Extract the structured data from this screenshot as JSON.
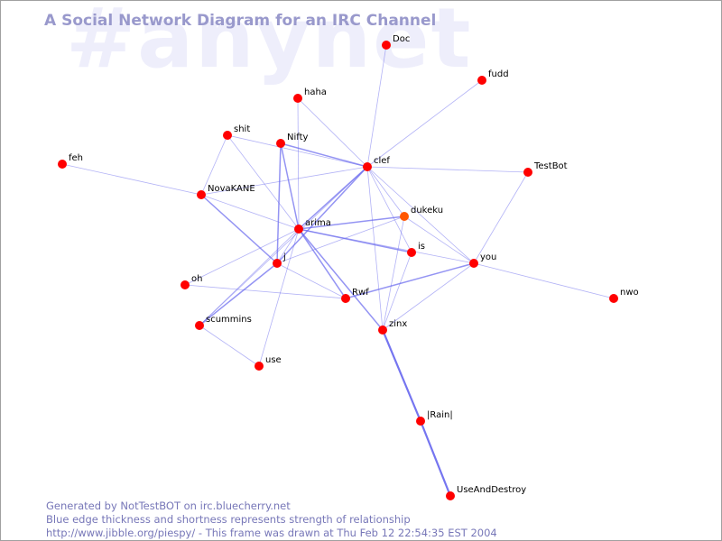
{
  "watermark": "#anynet",
  "title": "A Social Network Diagram for an IRC Channel",
  "footer": {
    "line1": "Generated by NotTestBOT on irc.bluecherry.net",
    "line2": "Blue edge thickness and shortness represents strength of relationship",
    "line3": "http://www.jibble.org/piespy/ - This frame was drawn at Thu Feb 12 22:54:35 EST 2004"
  },
  "colors": {
    "node": "#ff0000",
    "node_active": "#ff5500",
    "edge": "#6666ee",
    "title": "#9999cc",
    "watermark": "#eeeefb",
    "footer": "#7777b8"
  },
  "nodes": [
    {
      "id": "Doc",
      "label": "Doc"
    },
    {
      "id": "fudd",
      "label": "fudd"
    },
    {
      "id": "haha",
      "label": "haha"
    },
    {
      "id": "shit",
      "label": "shit"
    },
    {
      "id": "Nifty",
      "label": "Nifty"
    },
    {
      "id": "clef",
      "label": "clef"
    },
    {
      "id": "TestBot",
      "label": "TestBot"
    },
    {
      "id": "feh",
      "label": "feh"
    },
    {
      "id": "NovaKANE",
      "label": "NovaKANE"
    },
    {
      "id": "dukeku",
      "label": "dukeku"
    },
    {
      "id": "arima",
      "label": "arima"
    },
    {
      "id": "is",
      "label": "is"
    },
    {
      "id": "you",
      "label": "you"
    },
    {
      "id": "j",
      "label": "j"
    },
    {
      "id": "oh",
      "label": "oh"
    },
    {
      "id": "nwo",
      "label": "nwo"
    },
    {
      "id": "Rwf",
      "label": "Rwf"
    },
    {
      "id": "scummins",
      "label": "scummins"
    },
    {
      "id": "zinx",
      "label": "zinx"
    },
    {
      "id": "use",
      "label": "use"
    },
    {
      "id": "Rain",
      "label": "|Rain|"
    },
    {
      "id": "UseAndDestroy",
      "label": "UseAndDestroy"
    }
  ],
  "edges": [
    {
      "source": "clef",
      "target": "Doc",
      "weight": 1
    },
    {
      "source": "clef",
      "target": "fudd",
      "weight": 1
    },
    {
      "source": "clef",
      "target": "haha",
      "weight": 1
    },
    {
      "source": "clef",
      "target": "shit",
      "weight": 1
    },
    {
      "source": "clef",
      "target": "Nifty",
      "weight": 2
    },
    {
      "source": "clef",
      "target": "TestBot",
      "weight": 1
    },
    {
      "source": "clef",
      "target": "NovaKANE",
      "weight": 1
    },
    {
      "source": "clef",
      "target": "arima",
      "weight": 2
    },
    {
      "source": "clef",
      "target": "dukeku",
      "weight": 1
    },
    {
      "source": "clef",
      "target": "is",
      "weight": 1
    },
    {
      "source": "clef",
      "target": "you",
      "weight": 1
    },
    {
      "source": "clef",
      "target": "j",
      "weight": 2
    },
    {
      "source": "clef",
      "target": "scummins",
      "weight": 1
    },
    {
      "source": "clef",
      "target": "zinx",
      "weight": 1
    },
    {
      "source": "feh",
      "target": "NovaKANE",
      "weight": 1
    },
    {
      "source": "shit",
      "target": "NovaKANE",
      "weight": 1
    },
    {
      "source": "shit",
      "target": "arima",
      "weight": 1
    },
    {
      "source": "haha",
      "target": "arima",
      "weight": 1
    },
    {
      "source": "Nifty",
      "target": "arima",
      "weight": 2
    },
    {
      "source": "Nifty",
      "target": "j",
      "weight": 2
    },
    {
      "source": "NovaKANE",
      "target": "arima",
      "weight": 1
    },
    {
      "source": "NovaKANE",
      "target": "j",
      "weight": 2
    },
    {
      "source": "arima",
      "target": "dukeku",
      "weight": 2
    },
    {
      "source": "arima",
      "target": "is",
      "weight": 2
    },
    {
      "source": "arima",
      "target": "Rwf",
      "weight": 2
    },
    {
      "source": "arima",
      "target": "zinx",
      "weight": 2
    },
    {
      "source": "arima",
      "target": "j",
      "weight": 1
    },
    {
      "source": "arima",
      "target": "oh",
      "weight": 1
    },
    {
      "source": "arima",
      "target": "scummins",
      "weight": 1
    },
    {
      "source": "arima",
      "target": "use",
      "weight": 1
    },
    {
      "source": "arima",
      "target": "you",
      "weight": 1
    },
    {
      "source": "dukeku",
      "target": "you",
      "weight": 1
    },
    {
      "source": "dukeku",
      "target": "zinx",
      "weight": 1
    },
    {
      "source": "dukeku",
      "target": "j",
      "weight": 1
    },
    {
      "source": "is",
      "target": "zinx",
      "weight": 1
    },
    {
      "source": "you",
      "target": "TestBot",
      "weight": 1
    },
    {
      "source": "you",
      "target": "nwo",
      "weight": 1
    },
    {
      "source": "you",
      "target": "Rwf",
      "weight": 2
    },
    {
      "source": "you",
      "target": "zinx",
      "weight": 1
    },
    {
      "source": "j",
      "target": "Rwf",
      "weight": 1
    },
    {
      "source": "j",
      "target": "scummins",
      "weight": 2
    },
    {
      "source": "oh",
      "target": "Rwf",
      "weight": 1
    },
    {
      "source": "scummins",
      "target": "use",
      "weight": 1
    },
    {
      "source": "zinx",
      "target": "Rain",
      "weight": 3
    },
    {
      "source": "Rain",
      "target": "UseAndDestroy",
      "weight": 3
    }
  ]
}
